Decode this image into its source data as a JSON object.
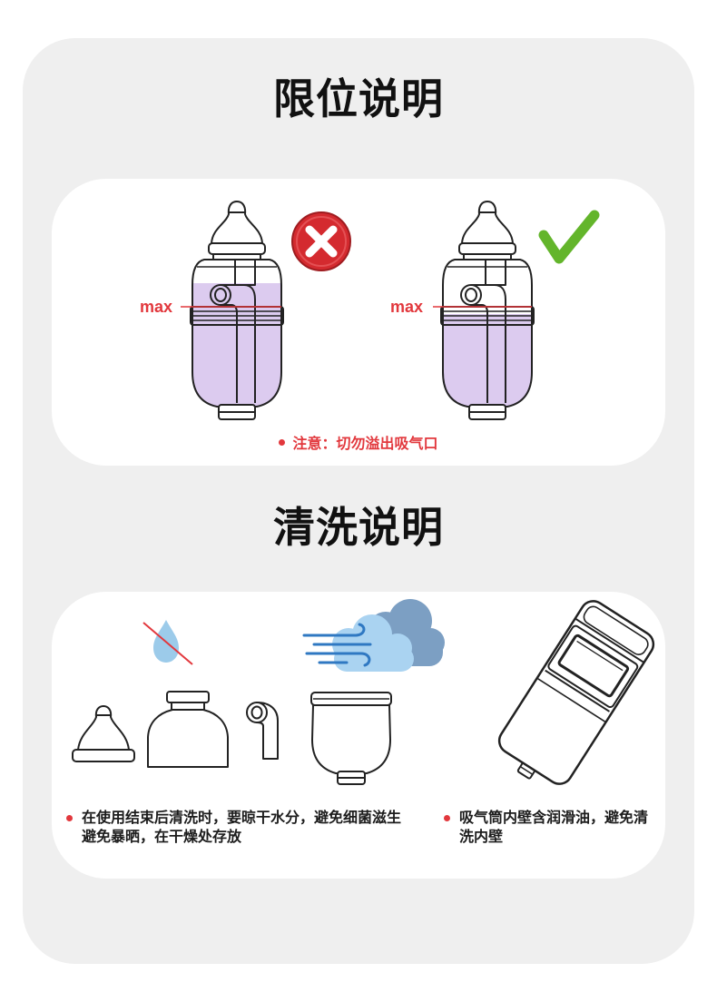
{
  "limit_section": {
    "title": "限位说明",
    "examples": [
      {
        "status_icon": "cross-icon",
        "max_label": "max"
      },
      {
        "status_icon": "check-icon",
        "max_label": "max"
      }
    ],
    "note": "注意：切勿溢出吸气口"
  },
  "cleaning_section": {
    "title": "清洗说明",
    "icons": [
      "no-water-drop-icon",
      "wind-cloud-icon"
    ],
    "bullets": [
      {
        "lines": [
          "在使用结束后清洗时，要晾干水分，避免细菌滋生",
          "避免暴晒，在干燥处存放"
        ]
      },
      {
        "lines": [
          "吸气筒内壁含润滑油，避免清",
          "洗内壁"
        ]
      }
    ]
  },
  "colors": {
    "background": "#ffffff",
    "panel": "#efefef",
    "card": "#ffffff",
    "ink": "#222222",
    "accent_red": "#e2383d",
    "liquid_purple": "#dccbef",
    "check_green": "#63b52b",
    "cross_red": "#d42a2f",
    "water_blue": "#9ccbea",
    "cloud_light": "#aad3f1",
    "cloud_dark": "#7c9fc3",
    "wind_blue": "#2f78c2"
  }
}
